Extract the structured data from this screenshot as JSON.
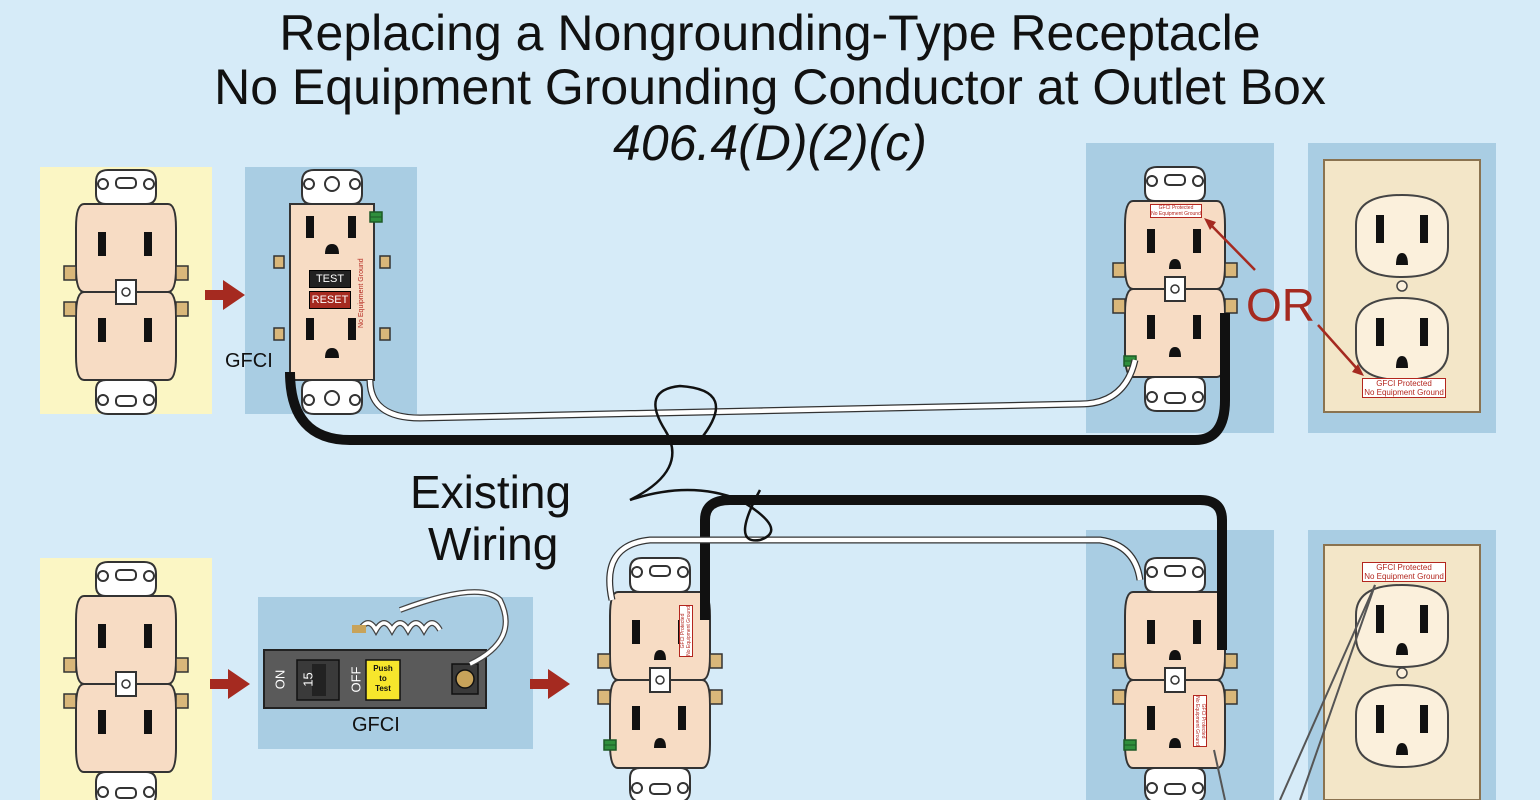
{
  "title": {
    "line1": "Replacing a Nongrounding-Type Receptacle",
    "line2": "No Equipment Grounding Conductor at Outlet Box",
    "line3": "406.4(D)(2)(c)"
  },
  "labels": {
    "gfci_top": "GFCI",
    "gfci_breaker": "GFCI",
    "existing_wiring_1": "Existing",
    "existing_wiring_2": "Wiring",
    "or": "OR"
  },
  "gfci_receptacle": {
    "test": "TEST",
    "reset": "RESET",
    "side_label": "No Equipment Ground"
  },
  "breaker": {
    "on": "ON",
    "rating": "15",
    "off": "OFF",
    "push": "Push",
    "to": "to",
    "test": "Test"
  },
  "stickers": {
    "line1": "GFCI Protected",
    "line2": "No Equipment Ground"
  },
  "colors": {
    "background": "#d6ebf8",
    "panel_blue": "#a9cde3",
    "panel_yellow": "#fbf6c4",
    "receptacle_face": "#f7dcc4",
    "arrow_red": "#a52a20",
    "sticker_red": "#b3261e"
  }
}
